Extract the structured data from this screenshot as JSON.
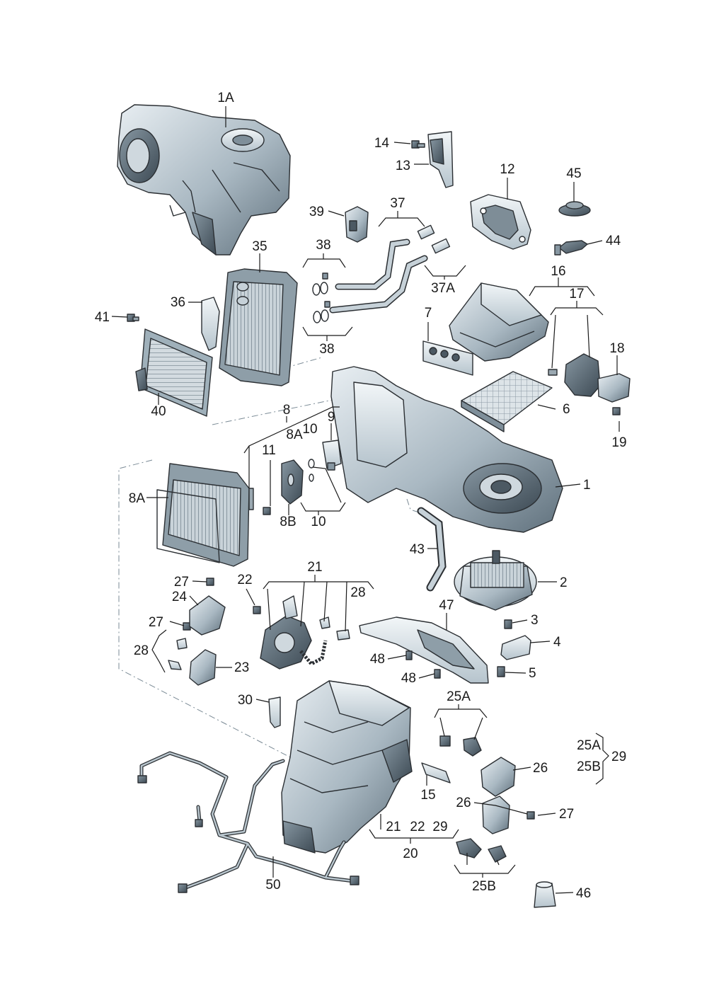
{
  "diagram": {
    "callouts": {
      "c1A": "1A",
      "c14": "14",
      "c13": "13",
      "c12": "12",
      "c45": "45",
      "c44": "44",
      "c39": "39",
      "c37": "37",
      "c37A": "37A",
      "c38a": "38",
      "c38b": "38",
      "c35": "35",
      "c36": "36",
      "c41": "41",
      "c40": "40",
      "c16": "16",
      "c17": "17",
      "c18": "18",
      "c19": "19",
      "c7": "7",
      "c6": "6",
      "c8": "8",
      "c8Aa": "8A",
      "c8Ab": "8A",
      "c8B": "8B",
      "c9": "9",
      "c10a": "10",
      "c10b": "10",
      "c11": "11",
      "c1": "1",
      "c43": "43",
      "c2": "2",
      "c3": "3",
      "c4": "4",
      "c5": "5",
      "c47": "47",
      "c48a": "48",
      "c48b": "48",
      "c21a": "21",
      "c28a": "28",
      "c22": "22",
      "c27a": "27",
      "c24": "24",
      "c27b": "27",
      "c28b": "28",
      "c23": "23",
      "c30": "30",
      "c25A": "25A",
      "c25Aa": "25A",
      "c25Ba": "25B",
      "c29a": "29",
      "c26a": "26",
      "c15": "15",
      "c26b": "26",
      "c27c": "27",
      "c21b": "21",
      "c22b": "22",
      "c29b": "29",
      "c20": "20",
      "c25B": "25B",
      "c46": "46",
      "c50": "50"
    }
  }
}
